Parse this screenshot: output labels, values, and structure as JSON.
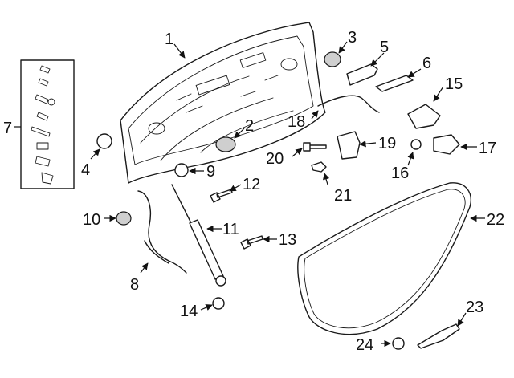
{
  "diagram": {
    "callouts": [
      {
        "id": "1",
        "label": "1"
      },
      {
        "id": "2",
        "label": "2"
      },
      {
        "id": "3",
        "label": "3"
      },
      {
        "id": "4",
        "label": "4"
      },
      {
        "id": "5",
        "label": "5"
      },
      {
        "id": "6",
        "label": "6"
      },
      {
        "id": "7",
        "label": "7"
      },
      {
        "id": "8",
        "label": "8"
      },
      {
        "id": "9",
        "label": "9"
      },
      {
        "id": "10",
        "label": "10"
      },
      {
        "id": "11",
        "label": "11"
      },
      {
        "id": "12",
        "label": "12"
      },
      {
        "id": "13",
        "label": "13"
      },
      {
        "id": "14",
        "label": "14"
      },
      {
        "id": "15",
        "label": "15"
      },
      {
        "id": "16",
        "label": "16"
      },
      {
        "id": "17",
        "label": "17"
      },
      {
        "id": "18",
        "label": "18"
      },
      {
        "id": "19",
        "label": "19"
      },
      {
        "id": "20",
        "label": "20"
      },
      {
        "id": "21",
        "label": "21"
      },
      {
        "id": "22",
        "label": "22"
      },
      {
        "id": "23",
        "label": "23"
      },
      {
        "id": "24",
        "label": "24"
      }
    ],
    "colors": {
      "line": "#1a1a1a",
      "background": "#ffffff",
      "shade": "#cfcfcf"
    }
  }
}
